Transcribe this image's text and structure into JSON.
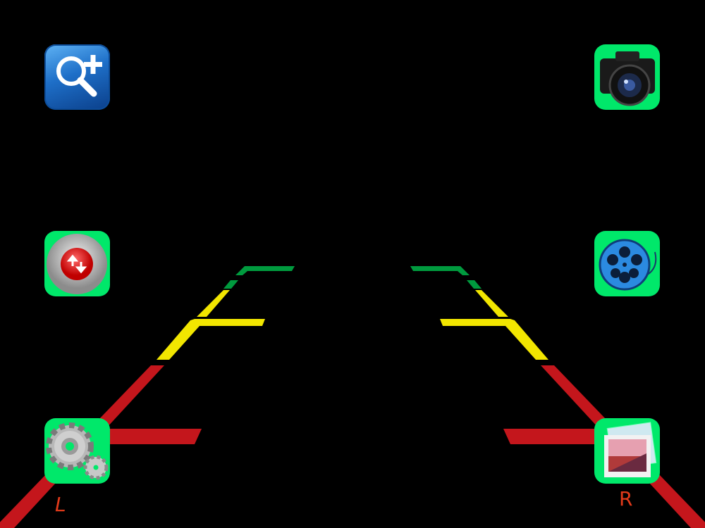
{
  "labels": {
    "left": "L",
    "right": "R"
  },
  "icons": [
    {
      "name": "zoom-in",
      "position": "top-left"
    },
    {
      "name": "rotate",
      "position": "middle-left"
    },
    {
      "name": "settings",
      "position": "bottom-left"
    },
    {
      "name": "camera",
      "position": "top-right"
    },
    {
      "name": "video",
      "position": "middle-right"
    },
    {
      "name": "gallery",
      "position": "bottom-right"
    }
  ],
  "colors": {
    "near": "#c4161c",
    "mid": "#f2e600",
    "far": "#009a3e",
    "icon_bg": "#00e86a",
    "label": "#e23a1a"
  }
}
